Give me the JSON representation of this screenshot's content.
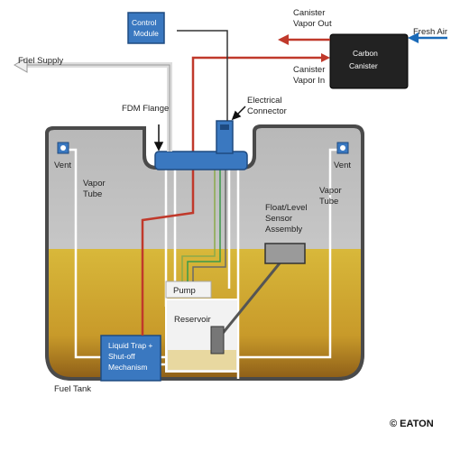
{
  "labels": {
    "control_module": [
      "Control",
      "Module"
    ],
    "fuel_supply": "Fuel Supply",
    "canister_vapor_out": [
      "Canister",
      "Vapor Out"
    ],
    "fresh_air": "Fresh Air",
    "carbon_canister": [
      "Carbon",
      "Canister"
    ],
    "canister_vapor_in": [
      "Canister",
      "Vapor In"
    ],
    "fdm_flange": "FDM Flange",
    "electrical_connector": [
      "Electrical",
      "Connector"
    ],
    "vent_left": "Vent",
    "vent_right": "Vent",
    "vapor_tube_left": [
      "Vapor",
      "Tube"
    ],
    "vapor_tube_right": [
      "Vapor",
      "Tube"
    ],
    "float_sensor": [
      "Float/Level",
      "Sensor",
      "Assembly"
    ],
    "pump": "Pump",
    "reservoir": "Reservoir",
    "liquid_trap": [
      "Liquid Trap +",
      "Shut-off",
      "Mechanism"
    ],
    "fuel_tank": "Fuel Tank",
    "copyright": "© EATON"
  },
  "colors": {
    "tank_gray": "#c8c8c8",
    "tank_outline": "#555555",
    "fuel_yellow": "#d4b030",
    "fuel_dark": "#8a5a18",
    "module_blue": "#3a78c0",
    "canister_dark": "#222222",
    "red_line": "#c0392b",
    "blue_arrow": "#1a6ab8",
    "gray_arrow": "#e0e0e0"
  }
}
